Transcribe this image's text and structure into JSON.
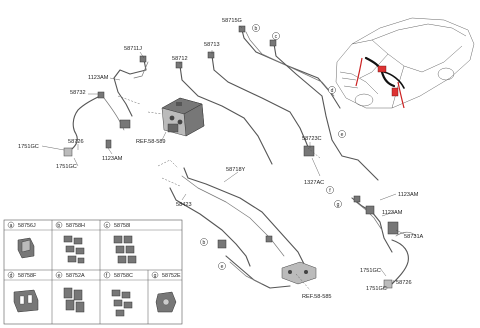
{
  "labels": {
    "p58711J": "58711J",
    "p58715G": "58715G",
    "p58713": "58713",
    "p58712": "58712",
    "p1123AM_a": "1123AM",
    "p58732": "58732",
    "p1751GC_a": "1751GC",
    "p58726_a": "58726",
    "p1751GC_b": "1751GC",
    "p1123AM_b": "1123AM",
    "ref58589": "REF.58-589",
    "p58723C": "58723C",
    "p1327AC": "1327AC",
    "p58718Y": "58718Y",
    "p58423": "58423",
    "p1123AM_c": "1123AM",
    "p1123AM_d": "1123AM",
    "p58731A": "58731A",
    "p1751GC_c": "1751GC",
    "p58726_b": "58726",
    "p1751GC_d": "1751GC",
    "ref58585": "REF.58-585"
  },
  "callouts": {
    "b1": "b",
    "c1": "c",
    "d1": "d",
    "e1": "e",
    "f1": "f",
    "g1": "g",
    "b2": "b",
    "e2": "e"
  },
  "legend": [
    {
      "letter": "a",
      "part": "58756J"
    },
    {
      "letter": "b",
      "part": "58758H"
    },
    {
      "letter": "c",
      "part": "58758I"
    },
    {
      "letter": "d",
      "part": "58758F"
    },
    {
      "letter": "e",
      "part": "58752A"
    },
    {
      "letter": "f",
      "part": "58758C"
    },
    {
      "letter": "g",
      "part": "58752E"
    }
  ]
}
